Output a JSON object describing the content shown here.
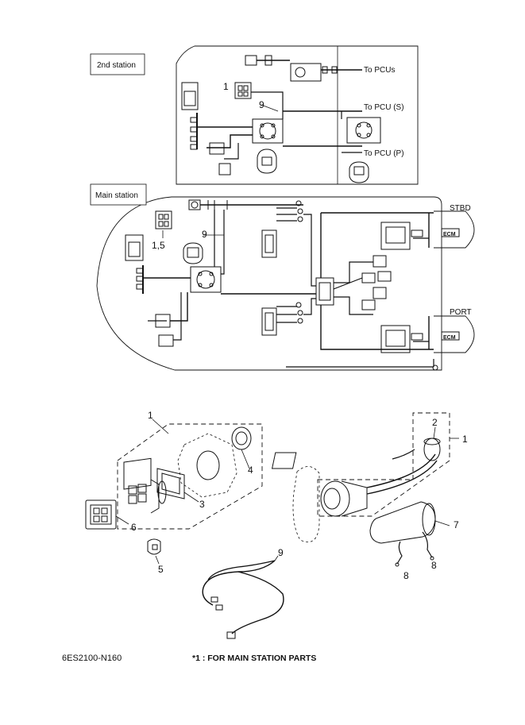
{
  "diagram": {
    "top_section": {
      "station_2_label": "2nd station",
      "to_pcus": "To PCUs",
      "to_pcu_s": "To PCU (S)",
      "to_pcu_p": "To PCU (P)",
      "callout_1": "1",
      "callout_9": "9"
    },
    "main_section": {
      "station_main_label": "Main station",
      "stbd": "STBD",
      "port": "PORT",
      "ecm": "ECM",
      "callout_15": "1,5",
      "callout_9": "9"
    },
    "parts": {
      "p1_left": "1",
      "p1_right": "1",
      "p2": "2",
      "p3": "3",
      "p4": "4",
      "p5": "5",
      "p6": "6",
      "p7": "7",
      "p8a": "8",
      "p8b": "8",
      "p9": "9"
    }
  },
  "footer": {
    "code": "6ES2100-N160",
    "note": "*1 : FOR MAIN STATION PARTS"
  }
}
